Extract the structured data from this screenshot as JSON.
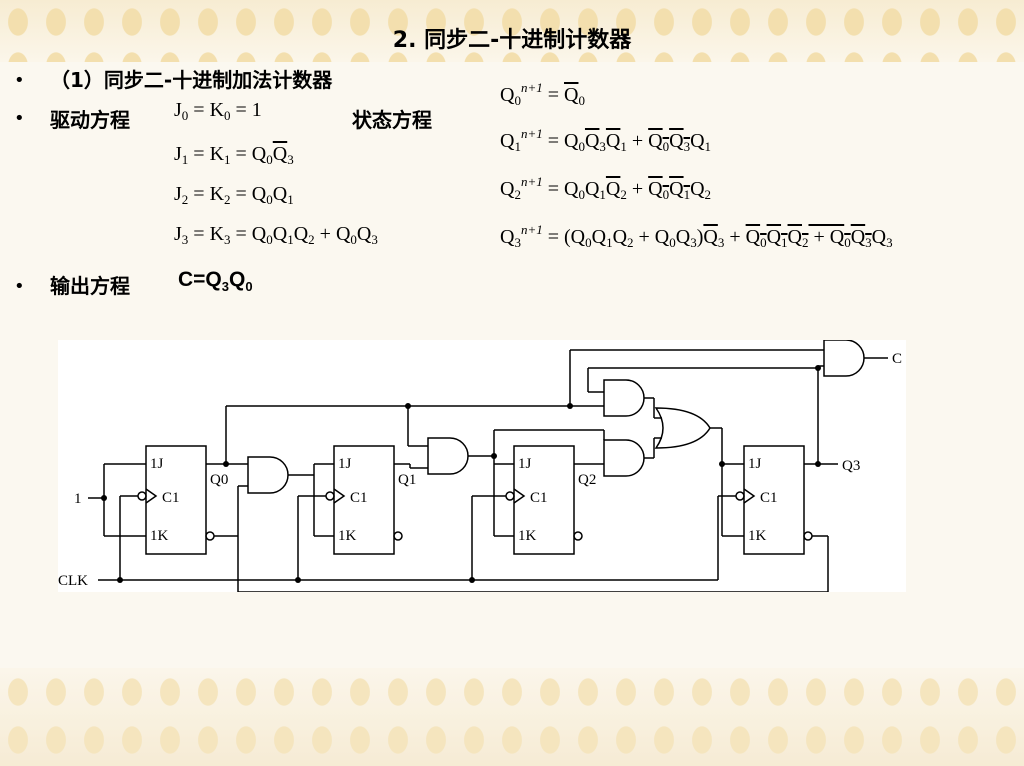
{
  "slide": {
    "title": "2. 同步二-十进制计数器",
    "section": "（1）同步二-十进制加法计数器",
    "drive_label": "驱动方程",
    "state_label": "状态方程",
    "output_label": "输出方程",
    "output_eq": {
      "a": "C=Q",
      "b": "3",
      "c": "Q",
      "d": "0"
    },
    "bullet": "•"
  },
  "circuit": {
    "ff_labels": {
      "j": "1J",
      "c": "C1",
      "k": "1K"
    },
    "outputs": [
      "Q0",
      "Q1",
      "Q2",
      "Q3"
    ],
    "input_one": "1",
    "clk": "CLK",
    "carry": "C"
  }
}
